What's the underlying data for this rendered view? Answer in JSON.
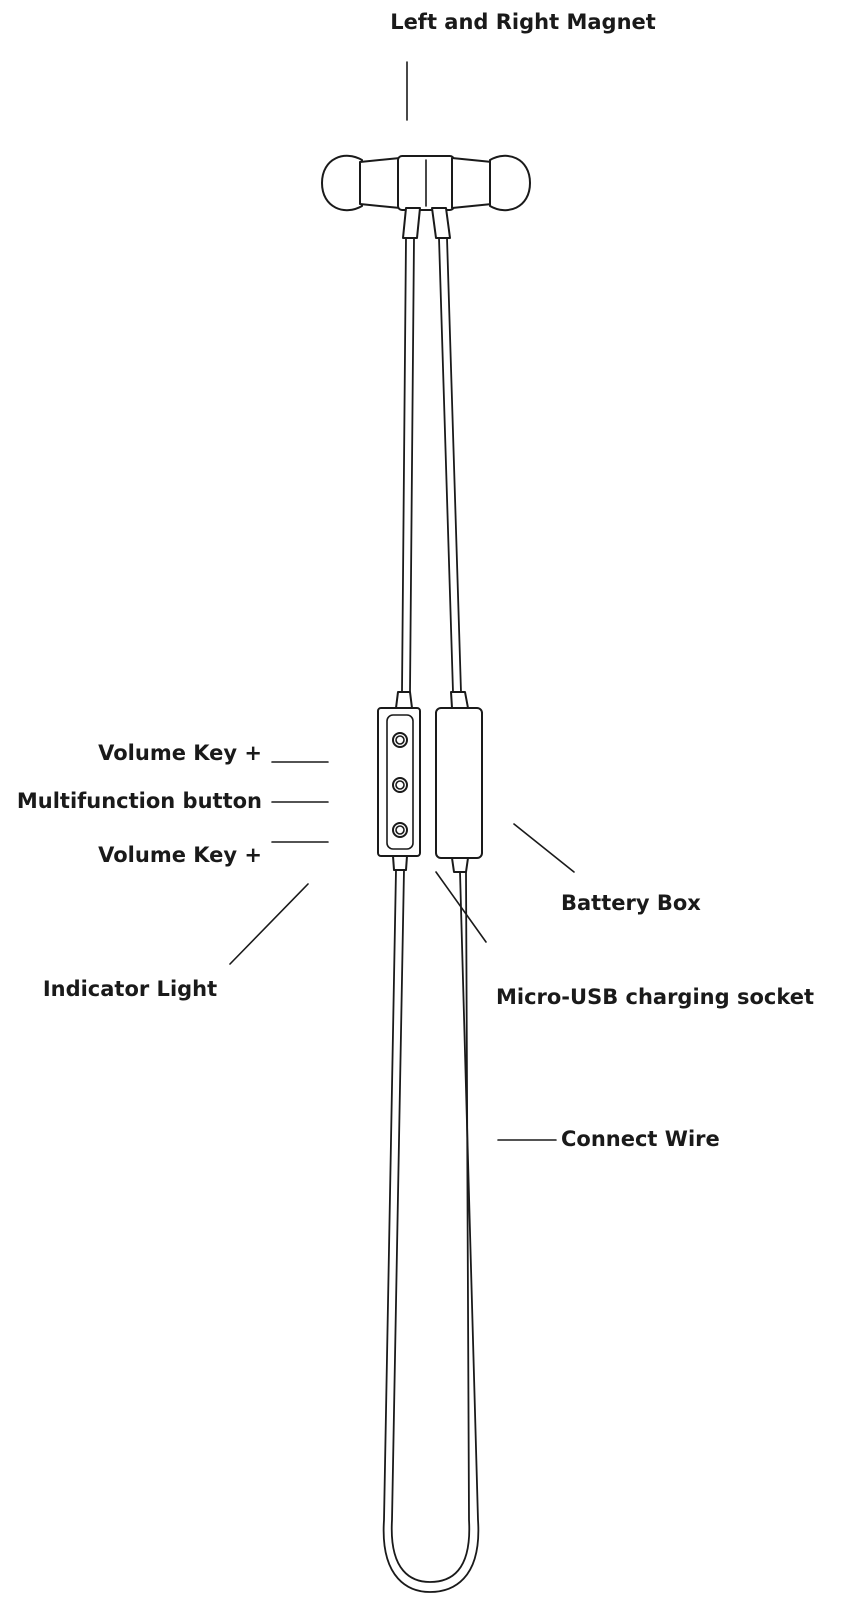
{
  "labels": {
    "magnet": "Left and Right Magnet",
    "volume_up": "Volume Key +",
    "multifunction": "Multifunction button",
    "volume_down": "Volume Key +",
    "indicator": "Indicator Light",
    "battery": "Battery Box",
    "usb": "Micro-USB charging socket",
    "wire": "Connect Wire"
  }
}
